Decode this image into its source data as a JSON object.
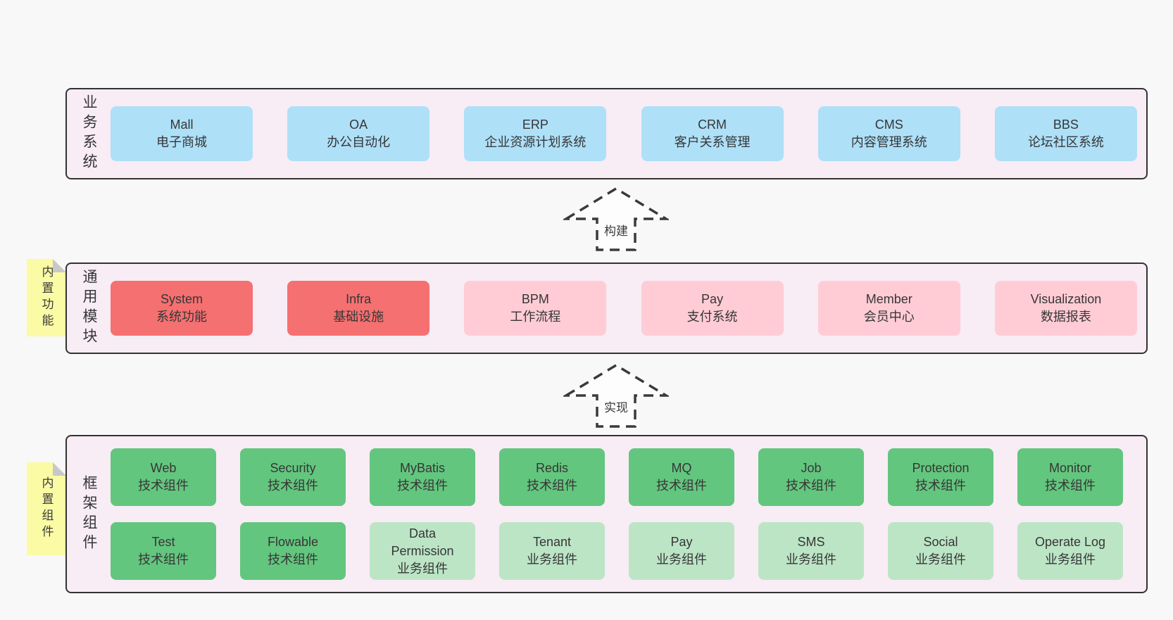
{
  "colors": {
    "page_bg": "#f8f8f8",
    "panel_bg": "#f8ecf5",
    "panel_border": "#333333",
    "box_blue": "#aee0f8",
    "box_red": "#f57070",
    "box_pink": "#ffccd5",
    "box_green_dark": "#63c67e",
    "box_green_light": "#bce5c6",
    "note_yellow": "#fbfba5",
    "note_fold_gray": "#c8c8c8",
    "text": "#363636"
  },
  "arrows": [
    {
      "label": "构建"
    },
    {
      "label": "实现"
    }
  ],
  "sections": [
    {
      "id": "business",
      "label": "业务系统",
      "rows": [
        {
          "boxes": [
            {
              "name": "Mall",
              "subtitle": "电子商城",
              "variant": "blue"
            },
            {
              "name": "OA",
              "subtitle": "办公自动化",
              "variant": "blue"
            },
            {
              "name": "ERP",
              "subtitle": "企业资源计划系统",
              "variant": "blue"
            },
            {
              "name": "CRM",
              "subtitle": "客户关系管理",
              "variant": "blue"
            },
            {
              "name": "CMS",
              "subtitle": "内容管理系统",
              "variant": "blue"
            },
            {
              "name": "BBS",
              "subtitle": "论坛社区系统",
              "variant": "blue"
            }
          ]
        }
      ]
    },
    {
      "id": "modules",
      "label": "通用模块",
      "note": "内置功能",
      "rows": [
        {
          "boxes": [
            {
              "name": "System",
              "subtitle": "系统功能",
              "variant": "red"
            },
            {
              "name": "Infra",
              "subtitle": "基础设施",
              "variant": "red"
            },
            {
              "name": "BPM",
              "subtitle": "工作流程",
              "variant": "pink"
            },
            {
              "name": "Pay",
              "subtitle": "支付系统",
              "variant": "pink"
            },
            {
              "name": "Member",
              "subtitle": "会员中心",
              "variant": "pink"
            },
            {
              "name": "Visualization",
              "subtitle": "数据报表",
              "variant": "pink"
            }
          ]
        }
      ]
    },
    {
      "id": "components",
      "label": "框架组件",
      "note": "内置组件",
      "rows": [
        {
          "boxes": [
            {
              "name": "Web",
              "subtitle": "技术组件",
              "variant": "green-dark"
            },
            {
              "name": "Security",
              "subtitle": "技术组件",
              "variant": "green-dark"
            },
            {
              "name": "MyBatis",
              "subtitle": "技术组件",
              "variant": "green-dark"
            },
            {
              "name": "Redis",
              "subtitle": "技术组件",
              "variant": "green-dark"
            },
            {
              "name": "MQ",
              "subtitle": "技术组件",
              "variant": "green-dark"
            },
            {
              "name": "Job",
              "subtitle": "技术组件",
              "variant": "green-dark"
            },
            {
              "name": "Protection",
              "subtitle": "技术组件",
              "variant": "green-dark"
            },
            {
              "name": "Monitor",
              "subtitle": "技术组件",
              "variant": "green-dark"
            }
          ]
        },
        {
          "boxes": [
            {
              "name": "Test",
              "subtitle": "技术组件",
              "variant": "green-dark"
            },
            {
              "name": "Flowable",
              "subtitle": "技术组件",
              "variant": "green-dark"
            },
            {
              "name": "Data Permission",
              "subtitle": "业务组件",
              "variant": "green-light"
            },
            {
              "name": "Tenant",
              "subtitle": "业务组件",
              "variant": "green-light"
            },
            {
              "name": "Pay",
              "subtitle": "业务组件",
              "variant": "green-light"
            },
            {
              "name": "SMS",
              "subtitle": "业务组件",
              "variant": "green-light"
            },
            {
              "name": "Social",
              "subtitle": "业务组件",
              "variant": "green-light"
            },
            {
              "name": "Operate Log",
              "subtitle": "业务组件",
              "variant": "green-light"
            }
          ]
        }
      ]
    }
  ]
}
